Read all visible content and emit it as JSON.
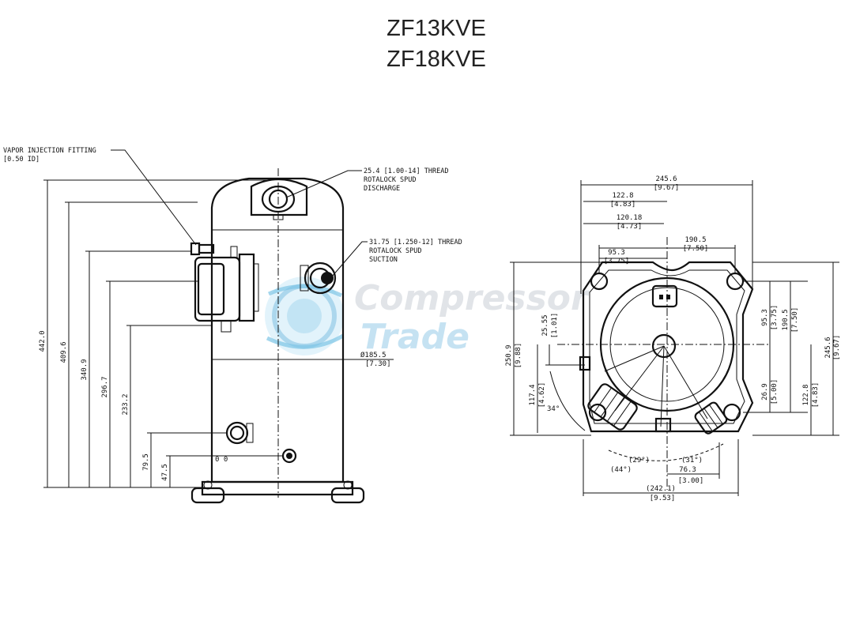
{
  "title": {
    "line1": "ZF13KVE",
    "line2": "ZF18KVE"
  },
  "watermark": {
    "line1": "Compressor",
    "line2": "Trade",
    "logo_icon": "globe-icon"
  },
  "side_view": {
    "callouts": {
      "vapor_line1": "VAPOR INJECTION FITTING",
      "vapor_line2": "[0.50 ID]",
      "discharge_line1": "25.4 [1.00-14] THREAD",
      "discharge_line2": "ROTALOCK SPUD",
      "discharge_line3": "DISCHARGE",
      "suction_line1": "31.75 [1.250-12] THREAD",
      "suction_line2": "ROTALOCK SPUD",
      "suction_line3": "SUCTION"
    },
    "heights": [
      "442.0",
      "409.6",
      "340.9",
      "296.7",
      "233.2",
      "79.5",
      "47.5"
    ],
    "diameter_mm": "Ø185.5",
    "diameter_in": "[7.30]",
    "zero_marks": "0   0"
  },
  "top_view": {
    "top_dims": [
      {
        "mm": "245.6",
        "in": "[9.67]"
      },
      {
        "mm": "122.8",
        "in": "[4.83]"
      },
      {
        "mm": "120.18",
        "in": "[4.73]"
      },
      {
        "mm": "190.5",
        "in": "[7.50]"
      },
      {
        "mm": "95.3",
        "in": "[3.75]"
      }
    ],
    "left_dims": [
      {
        "mm": "250.9",
        "in": "[9.88]"
      },
      {
        "mm": "25.55",
        "in": "[1.01]"
      },
      {
        "mm": "117.4",
        "in": "[4.62]"
      }
    ],
    "right_dims": [
      {
        "mm": "95.3",
        "in": "[3.75]"
      },
      {
        "mm": "190.5",
        "in": "[7.50]"
      },
      {
        "mm": "245.6",
        "in": "[9.67]"
      },
      {
        "mm": "26.9",
        "in": "[5.00]"
      },
      {
        "mm": "122.8",
        "in": "[4.83]"
      }
    ],
    "angles": {
      "a34": "34°",
      "a29": "(29°)",
      "a31": "(31°)",
      "a44": "(44°)"
    },
    "bottom_dims": [
      {
        "mm": "76.3",
        "in": "[3.00]"
      },
      {
        "mm": "(242.1)",
        "in": "[9.53]"
      }
    ]
  }
}
